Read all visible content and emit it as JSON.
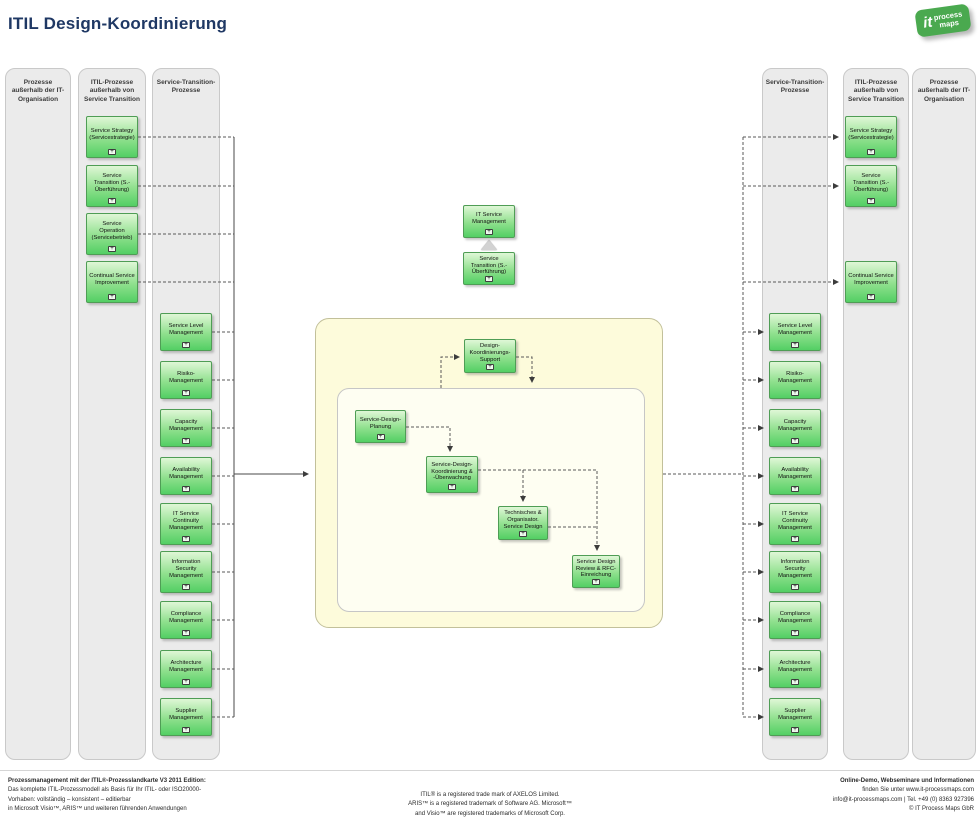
{
  "title": "ITIL Design-Koordinierung",
  "logo": {
    "word_it": "it",
    "word_process": "process",
    "word_maps": "maps"
  },
  "colors": {
    "title_blue": "#1f3864",
    "logo_green": "#4aa94f",
    "box_green_top": "#dff7d6",
    "box_green_bottom": "#53cf64",
    "box_border": "#4f9d55",
    "lane_fill": "#ebebeb",
    "area_yellow": "#fdfbdb",
    "area_inner": "#fefef2"
  },
  "icons": {
    "expand_glyph": "+"
  },
  "lanes": {
    "outside_left": "Prozesse außerhalb der IT-Organisation",
    "itil_left": "ITIL-Prozesse außerhalb von Service Transition",
    "st_left": "Service-Transition-Prozesse",
    "st_right": "Service-Transition-Prozesse",
    "itil_right": "ITIL-Prozesse außerhalb von Service Transition",
    "outside_right": "Prozesse außerhalb der IT-Organisation"
  },
  "boxes": {
    "itil_left": [
      "Service Strategy (Service­strategie)",
      "Service Transition (S.-Überführung)",
      "Service Operation (Servicebetrieb)",
      "Continual Service Improvement"
    ],
    "st_left": [
      "Service Level Management",
      "Risiko-Management",
      "Capacity Management",
      "Availability Management",
      "IT Service Continuity Management",
      "Information Security Management",
      "Compliance Management",
      "Architecture Management",
      "Supplier Management"
    ],
    "center_top": {
      "itsm": "IT Service Management",
      "st": "Service Transition (S.-Überführung)"
    },
    "flow": {
      "support": "Design-Koordinierungs-Support",
      "planung": "Service-Design-Planung",
      "koordinierung": "Service-Design-Koordinierung & -Überwachung",
      "technisch": "Technisches & Organisator. Service Design",
      "review": "Service Design Review & RFC-Einreichung"
    },
    "st_right": [
      "Service Level Management",
      "Risiko-Management",
      "Capacity Management",
      "Availability Management",
      "IT Service Continuity Management",
      "Information Security Management",
      "Compliance Management",
      "Architecture Management",
      "Supplier Management"
    ],
    "itil_right": [
      "Service Strategy (Service­strategie)",
      "Service Transition (S.-Überführung)",
      "Continual Service Improvement"
    ]
  },
  "footer": {
    "left": [
      "Prozessmanagement mit der ITIL®-Prozesslandkarte V3 2011 Edition:",
      "Das komplette ITIL-Prozessmodell als Basis für Ihr ITIL- oder ISO20000-",
      "Vorhaben: vollständig – konsistent – editierbar",
      "in Microsoft Visio™, ARIS™ und weiteren führenden Anwendungen"
    ],
    "center": [
      "ITIL® is a registered trade mark of AXELOS Limited.",
      "ARIS™ is a registered trademark of Software AG. Microsoft™",
      "and Visio™ are registered trademarks of Microsoft Corp."
    ],
    "right": [
      "Online-Demo, Webseminare und Informationen",
      "finden Sie unter www.it-processmaps.com",
      "info@it-processmaps.com | Tel. +49 (0) 8363 927396",
      "© IT Process Maps GbR"
    ]
  }
}
